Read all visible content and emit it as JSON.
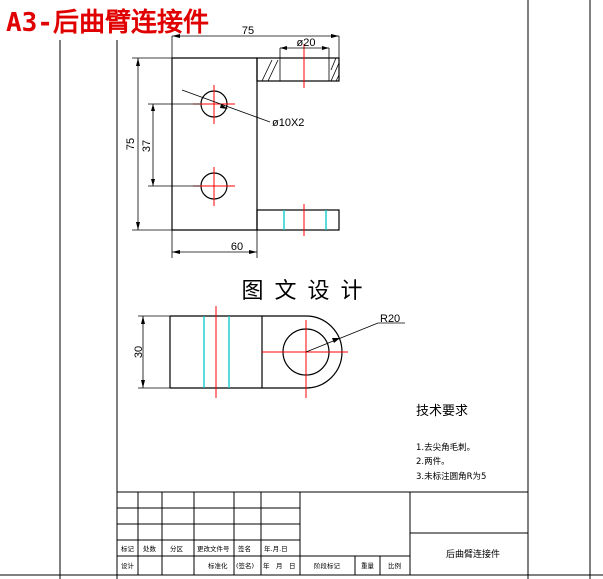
{
  "title": "A3-后曲臂连接件",
  "dimensions": {
    "top_width": "75",
    "hole_dia": "ø20",
    "side_height": "75",
    "hole_spacing": "37",
    "hole_callout": "ø10X2",
    "bottom_width": "60",
    "side_view_height": "30",
    "radius": "R20"
  },
  "watermark": "图 文 设 计",
  "tech_requirements": {
    "heading": "技术要求",
    "items": [
      "1.去尖角毛刺。",
      "2.两件。",
      "3.未标注圆角R为5"
    ]
  },
  "title_block": {
    "part_name": "后曲臂连接件",
    "row1_labels": [
      "标记",
      "处数",
      "分区",
      "更改文件号",
      "签名",
      "年.月.日"
    ],
    "row2_labels": [
      "设计",
      "标准化",
      "(签名)",
      "年",
      "月",
      "日"
    ],
    "stage_label": "阶段标记",
    "weight_label": "重量",
    "scale_label": "比例"
  },
  "colors": {
    "title_red": "#e00000",
    "center_line_red": "#ff0000",
    "hidden_line_cyan": "#00c8c8",
    "line_black": "#000000"
  }
}
